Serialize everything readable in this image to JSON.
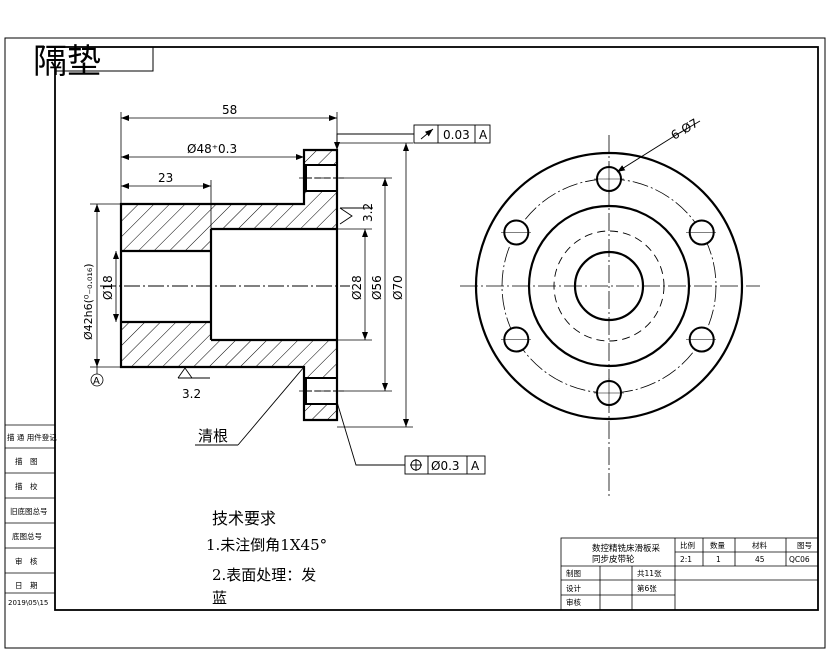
{
  "title_stamp": "隔垫",
  "dims": {
    "len58": "58",
    "dia48": "Ø48⁺0.3",
    "len23": "23",
    "dia18": "Ø18",
    "dia42": "Ø42h6(⁰₋₀.₀₁₆)",
    "dia28": "Ø28",
    "dia56": "Ø56",
    "dia70": "Ø70",
    "holes": "6-Ø7",
    "rough1": "3.2",
    "rough2": "3.2",
    "datum": "A"
  },
  "gdt": {
    "runout_value": "0.03",
    "runout_datum": "A",
    "position_value": "Ø0.3",
    "position_datum": "A"
  },
  "callout": "清根",
  "tech": {
    "heading": "技术要求",
    "item1": "1.未注倒角1X45°",
    "item2a": "2.表面处理：发",
    "item2b": "蓝"
  },
  "left_strip": {
    "r1": "描 通 用件登记",
    "r2": "描　图",
    "r3": "描　校",
    "r4": "旧底图总号",
    "r5": "底图总号",
    "r6": "审　核",
    "r7": "日　期",
    "r8": "2019\\05\\15"
  },
  "title_block": {
    "name1": "数控精铣床滑板采",
    "name2": "同步皮带轮",
    "h_scale": "比例",
    "h_qty": "数量",
    "h_material": "材料",
    "h_drawno": "图号",
    "v_scale": "2:1",
    "v_qty": "1",
    "v_material": "45",
    "v_drawno": "QC06",
    "row_draw": "制图",
    "row_design": "设计",
    "row_review": "审核",
    "sheet_total": "共11张",
    "sheet_no": "第6张"
  }
}
